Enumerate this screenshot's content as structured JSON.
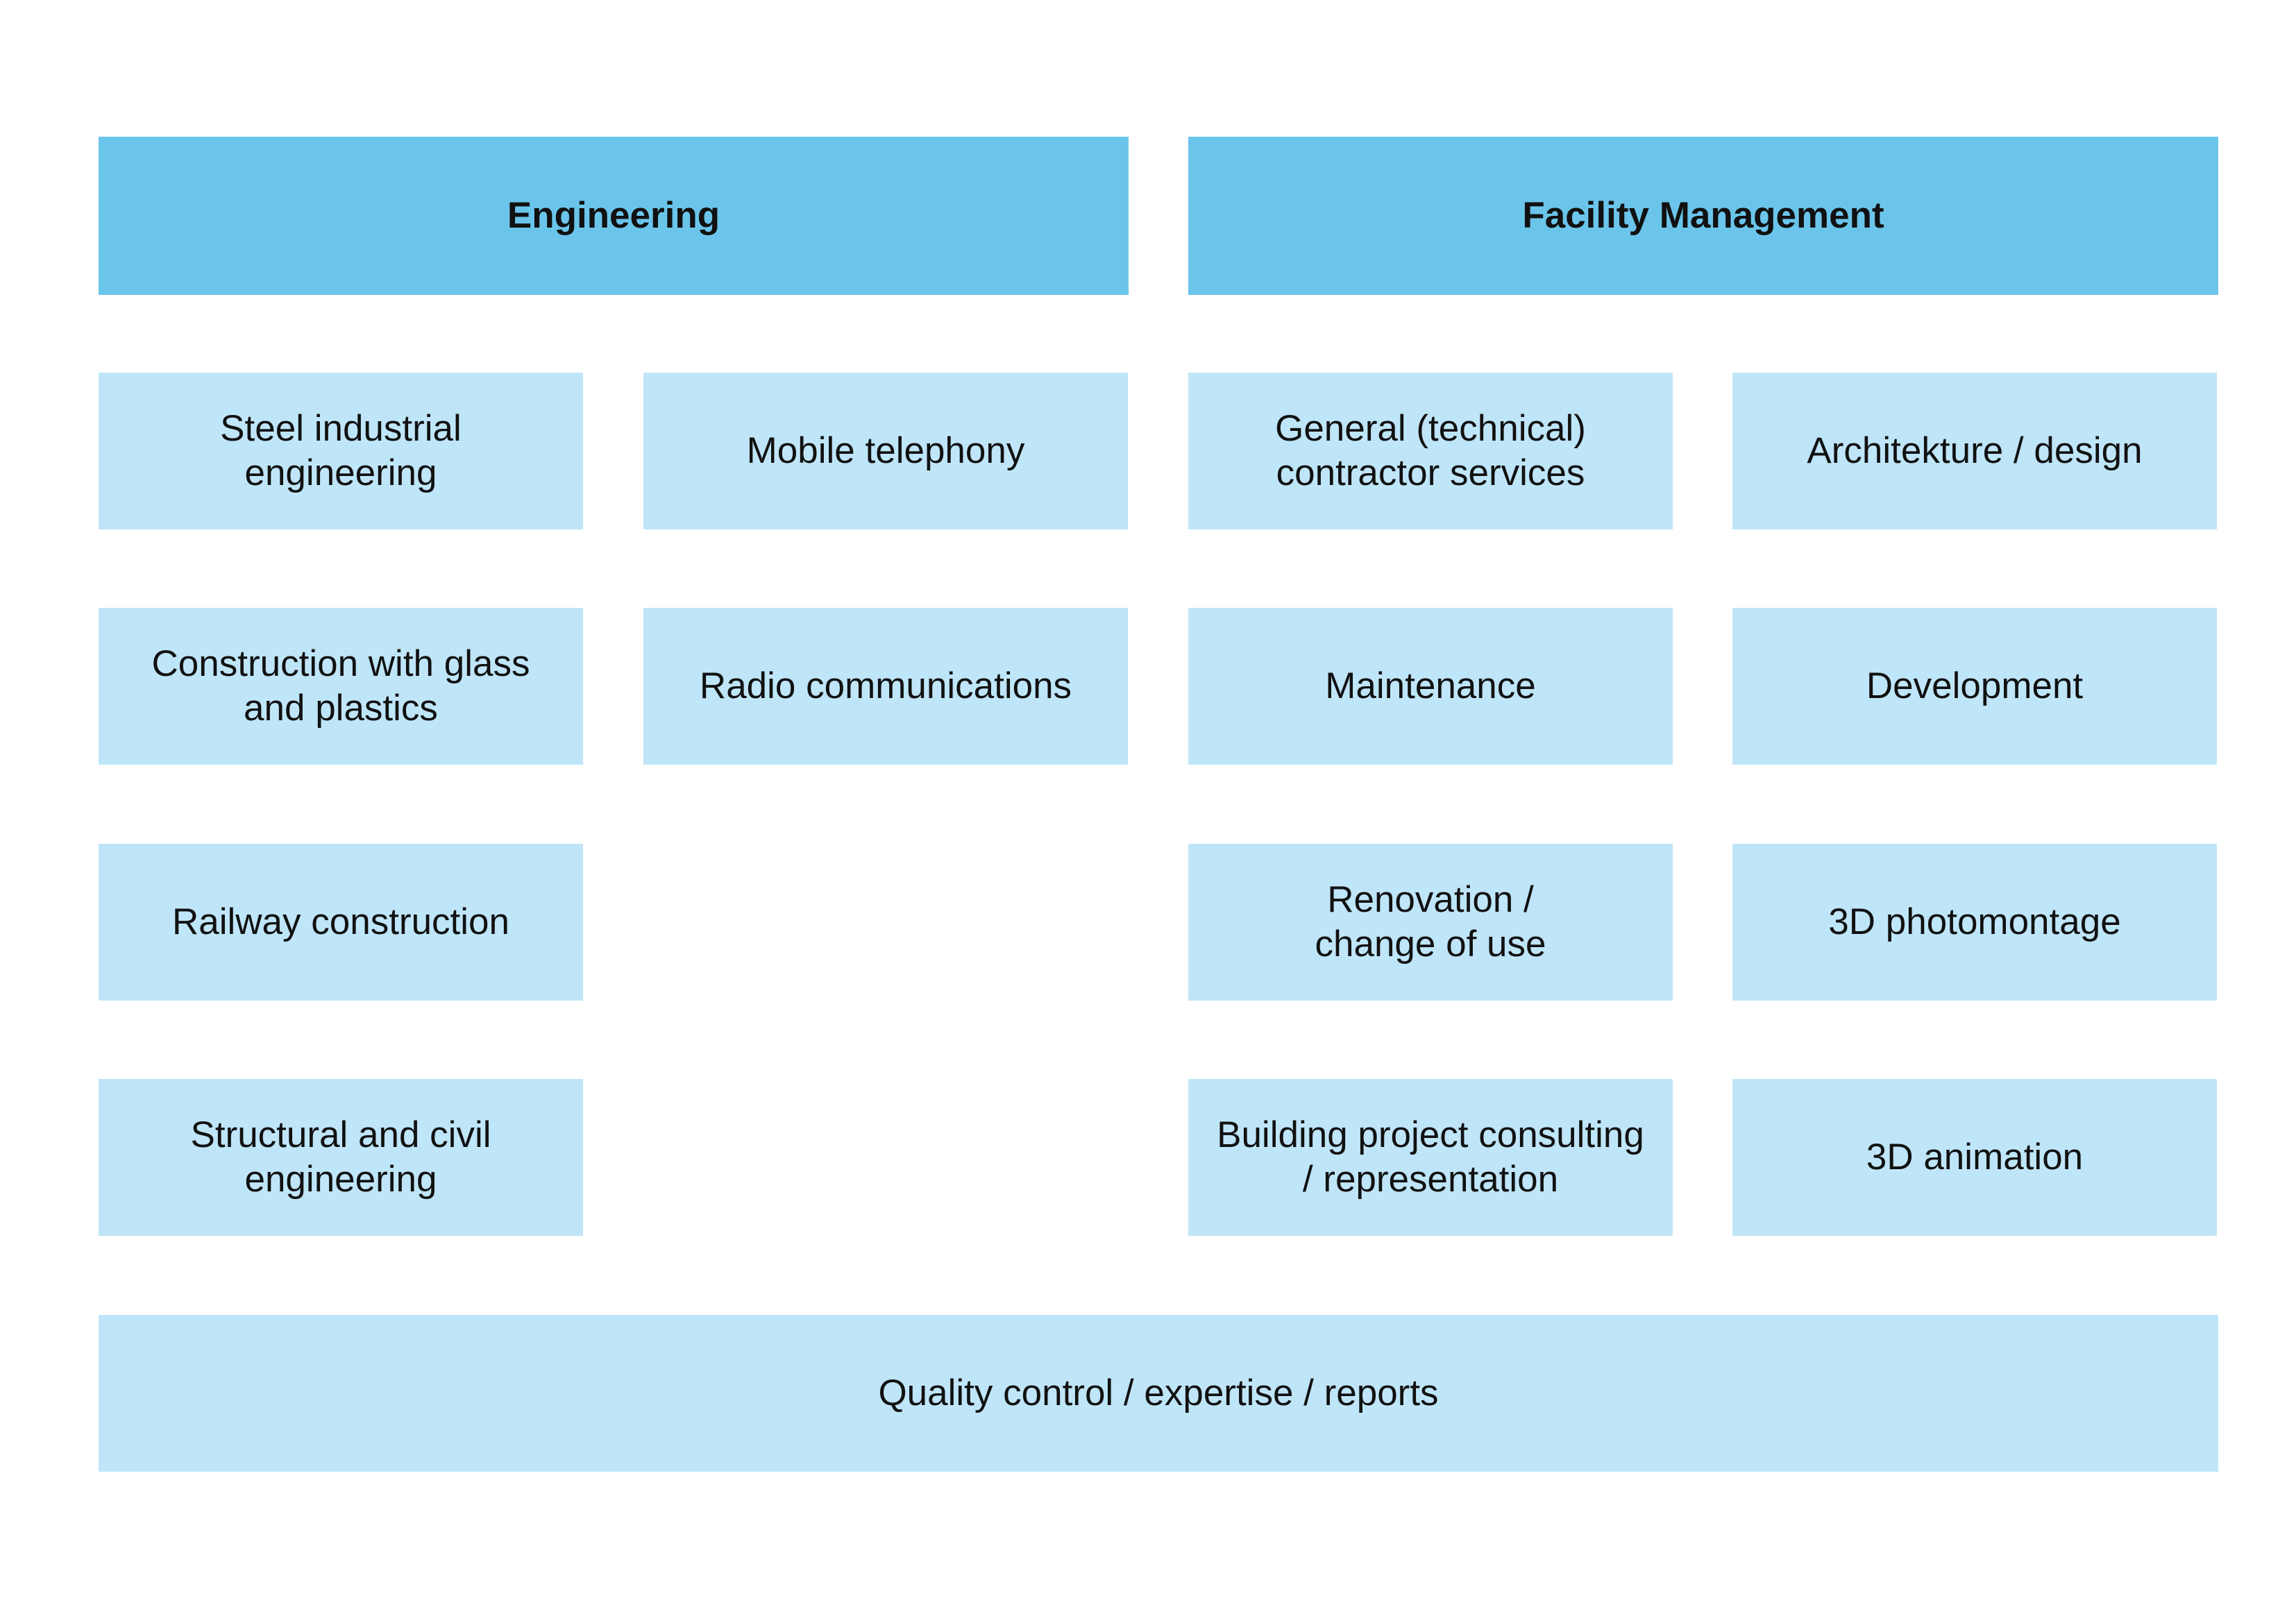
{
  "colors": {
    "header_fill": "#6bc5eb",
    "item_fill": "#bfe5f8",
    "text": "#111111"
  },
  "engineering": {
    "title": "Engineering",
    "items": [
      "Steel industrial\nengineering",
      "Mobile telephony",
      "Construction with glass\nand plastics",
      "Radio communications",
      "Railway construction",
      "Structural and civil\nengineering"
    ]
  },
  "facility_management": {
    "title": "Facility Management",
    "items": [
      "General (technical)\ncontractor services",
      "Architekture / design",
      "Maintenance",
      "Development",
      "Renovation /\nchange of use",
      "3D photomontage",
      "Building project consulting\n/ representation",
      "3D animation"
    ]
  },
  "footer": {
    "label": "Quality control / expertise / reports"
  }
}
